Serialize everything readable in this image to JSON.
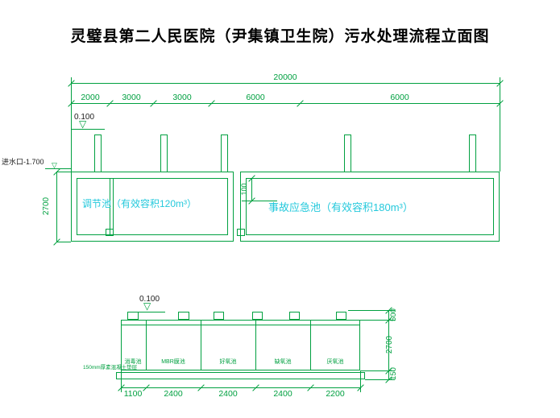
{
  "title": "灵璧县第二人民医院（尹集镇卫生院）污水处理流程立面图",
  "colors": {
    "line_green": "#00A040",
    "label_cyan": "#25C9DC",
    "title_black": "#000000"
  },
  "upper_view": {
    "total_dim": "20000",
    "segment_dims": [
      "2000",
      "3000",
      "3000",
      "6000",
      "6000"
    ],
    "elevation_mark": "0.100",
    "inlet_label": "进水口-1.700",
    "depth_dim": "2700",
    "level_diff_dim": "100",
    "tank1_label": "调节池（有效容积120m³）",
    "tank2_label": "事故应急池（有效容积180m³）"
  },
  "lower_view": {
    "elevation_mark": "0.100",
    "base_note": "150mm厚素混凝土垫层",
    "compartments": [
      "消毒池",
      "MBR膜池",
      "好氧池",
      "缺氧池",
      "厌氧池"
    ],
    "bottom_dims": [
      "1100",
      "2400",
      "2400",
      "2400",
      "2200"
    ],
    "right_dims": [
      "500",
      "2700",
      "150"
    ]
  }
}
